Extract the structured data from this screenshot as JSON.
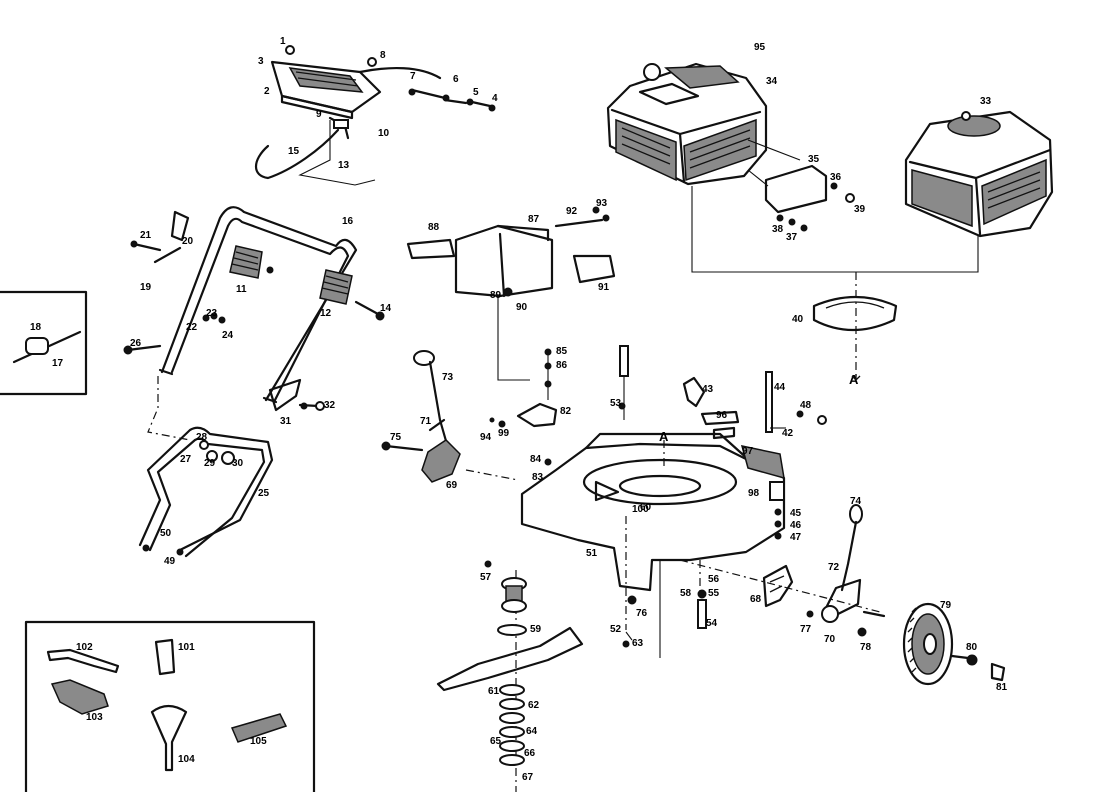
{
  "diagram": {
    "section_marks": {
      "a_top": "A",
      "a_bottom": "A"
    },
    "labels": [
      {
        "id": "p1",
        "text": "1"
      },
      {
        "id": "p2",
        "text": "2"
      },
      {
        "id": "p3",
        "text": "3"
      },
      {
        "id": "p4",
        "text": "4"
      },
      {
        "id": "p5",
        "text": "5"
      },
      {
        "id": "p6",
        "text": "6"
      },
      {
        "id": "p7",
        "text": "7"
      },
      {
        "id": "p8",
        "text": "8"
      },
      {
        "id": "p9",
        "text": "9"
      },
      {
        "id": "p10",
        "text": "10"
      },
      {
        "id": "p11",
        "text": "11"
      },
      {
        "id": "p12",
        "text": "12"
      },
      {
        "id": "p13",
        "text": "13"
      },
      {
        "id": "p14",
        "text": "14"
      },
      {
        "id": "p15",
        "text": "15"
      },
      {
        "id": "p16",
        "text": "16"
      },
      {
        "id": "p17",
        "text": "17"
      },
      {
        "id": "p18",
        "text": "18"
      },
      {
        "id": "p19",
        "text": "19"
      },
      {
        "id": "p20",
        "text": "20"
      },
      {
        "id": "p21",
        "text": "21"
      },
      {
        "id": "p22",
        "text": "22"
      },
      {
        "id": "p23",
        "text": "23"
      },
      {
        "id": "p24",
        "text": "24"
      },
      {
        "id": "p25",
        "text": "25"
      },
      {
        "id": "p26",
        "text": "26"
      },
      {
        "id": "p27",
        "text": "27"
      },
      {
        "id": "p28",
        "text": "28"
      },
      {
        "id": "p29",
        "text": "29"
      },
      {
        "id": "p30",
        "text": "30"
      },
      {
        "id": "p31",
        "text": "31"
      },
      {
        "id": "p32",
        "text": "32"
      },
      {
        "id": "p33",
        "text": "33"
      },
      {
        "id": "p34",
        "text": "34"
      },
      {
        "id": "p35",
        "text": "35"
      },
      {
        "id": "p36",
        "text": "36"
      },
      {
        "id": "p37",
        "text": "37"
      },
      {
        "id": "p38",
        "text": "38"
      },
      {
        "id": "p39",
        "text": "39"
      },
      {
        "id": "p40",
        "text": "40"
      },
      {
        "id": "p42",
        "text": "42"
      },
      {
        "id": "p43",
        "text": "43"
      },
      {
        "id": "p44",
        "text": "44"
      },
      {
        "id": "p45",
        "text": "45"
      },
      {
        "id": "p46",
        "text": "46"
      },
      {
        "id": "p47",
        "text": "47"
      },
      {
        "id": "p48",
        "text": "48"
      },
      {
        "id": "p49",
        "text": "49"
      },
      {
        "id": "p50",
        "text": "50"
      },
      {
        "id": "p51",
        "text": "51"
      },
      {
        "id": "p52",
        "text": "52"
      },
      {
        "id": "p53",
        "text": "53"
      },
      {
        "id": "p54",
        "text": "54"
      },
      {
        "id": "p55",
        "text": "55"
      },
      {
        "id": "p56",
        "text": "56"
      },
      {
        "id": "p57",
        "text": "57"
      },
      {
        "id": "p58",
        "text": "58"
      },
      {
        "id": "p59",
        "text": "59"
      },
      {
        "id": "p60",
        "text": "60"
      },
      {
        "id": "p61",
        "text": "61"
      },
      {
        "id": "p62",
        "text": "62"
      },
      {
        "id": "p63",
        "text": "63"
      },
      {
        "id": "p64",
        "text": "64"
      },
      {
        "id": "p65",
        "text": "65"
      },
      {
        "id": "p66",
        "text": "66"
      },
      {
        "id": "p67",
        "text": "67"
      },
      {
        "id": "p68",
        "text": "68"
      },
      {
        "id": "p69",
        "text": "69"
      },
      {
        "id": "p70",
        "text": "70"
      },
      {
        "id": "p71",
        "text": "71"
      },
      {
        "id": "p72",
        "text": "72"
      },
      {
        "id": "p73",
        "text": "73"
      },
      {
        "id": "p74",
        "text": "74"
      },
      {
        "id": "p75",
        "text": "75"
      },
      {
        "id": "p76",
        "text": "76"
      },
      {
        "id": "p77",
        "text": "77"
      },
      {
        "id": "p78",
        "text": "78"
      },
      {
        "id": "p79",
        "text": "79"
      },
      {
        "id": "p80",
        "text": "80"
      },
      {
        "id": "p81",
        "text": "81"
      },
      {
        "id": "p82",
        "text": "82"
      },
      {
        "id": "p83",
        "text": "83"
      },
      {
        "id": "p84",
        "text": "84"
      },
      {
        "id": "p85",
        "text": "85"
      },
      {
        "id": "p86",
        "text": "86"
      },
      {
        "id": "p87",
        "text": "87"
      },
      {
        "id": "p88",
        "text": "88"
      },
      {
        "id": "p89",
        "text": "89"
      },
      {
        "id": "p90",
        "text": "90"
      },
      {
        "id": "p91",
        "text": "91"
      },
      {
        "id": "p92",
        "text": "92"
      },
      {
        "id": "p93",
        "text": "93"
      },
      {
        "id": "p94",
        "text": "94"
      },
      {
        "id": "p95",
        "text": "95"
      },
      {
        "id": "p96",
        "text": "96"
      },
      {
        "id": "p97",
        "text": "97"
      },
      {
        "id": "p98",
        "text": "98"
      },
      {
        "id": "p99",
        "text": "99"
      },
      {
        "id": "p100",
        "text": "100"
      },
      {
        "id": "p101",
        "text": "101"
      },
      {
        "id": "p102",
        "text": "102"
      },
      {
        "id": "p103",
        "text": "103"
      },
      {
        "id": "p104",
        "text": "104"
      },
      {
        "id": "p105",
        "text": "105"
      }
    ]
  }
}
